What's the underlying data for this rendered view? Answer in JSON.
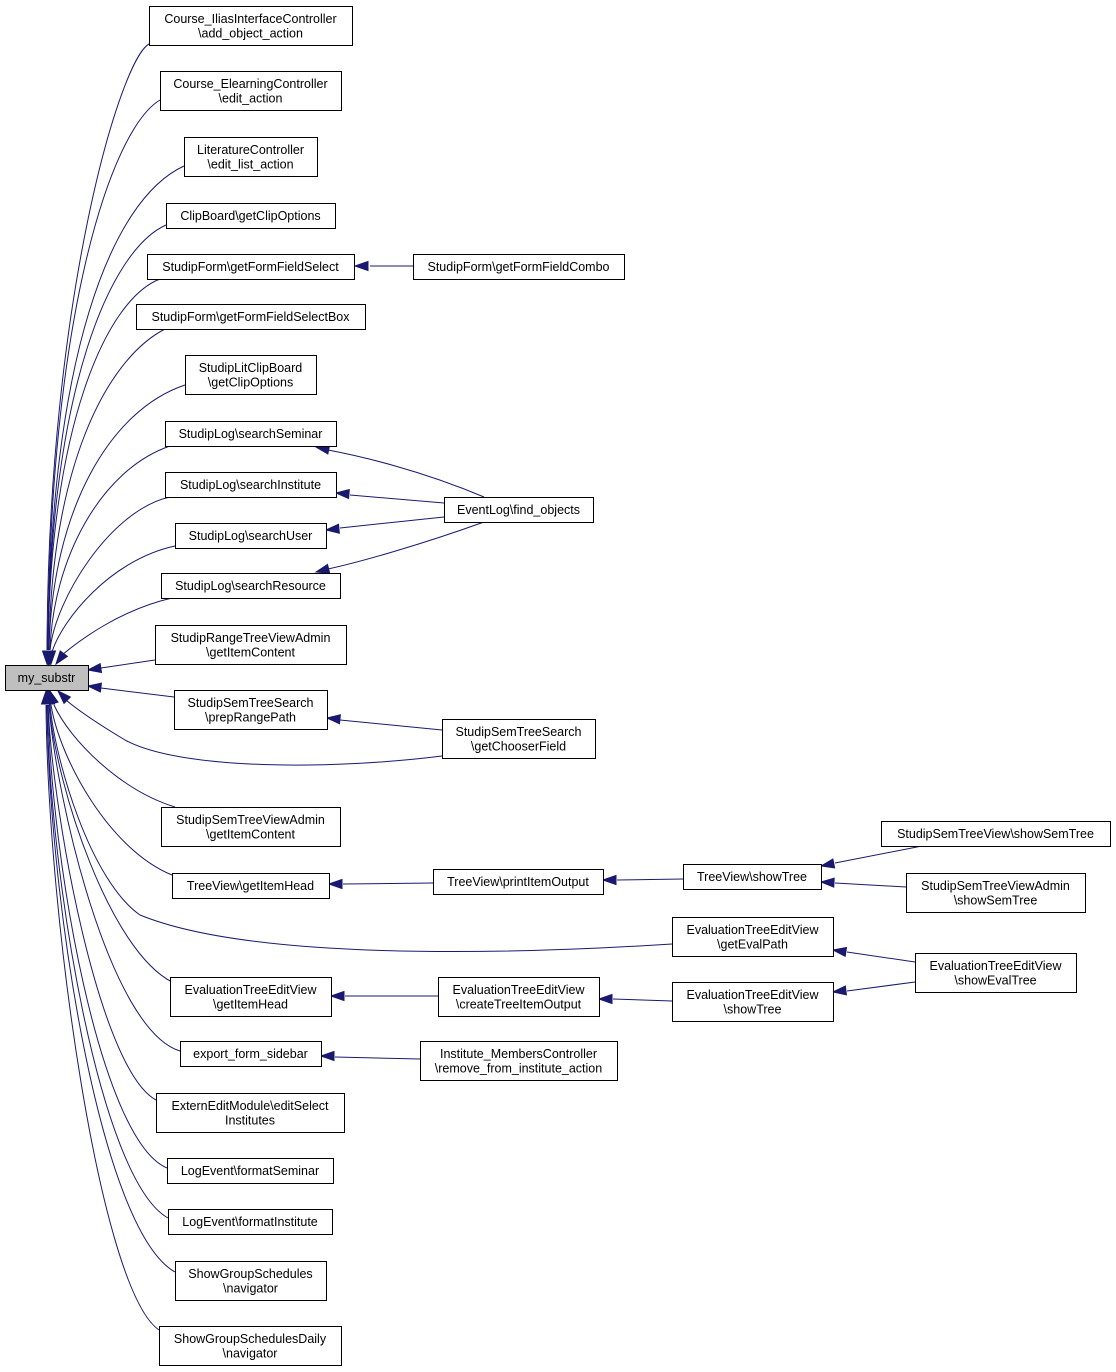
{
  "colors": {
    "edge": "#191970",
    "node_border": "#000000",
    "root_fill": "#bfbfbf",
    "node_fill": "#ffffff"
  },
  "nodes": {
    "my_substr": {
      "lines": [
        "my_substr"
      ]
    },
    "course_ilias": {
      "lines": [
        "Course_IliasInterfaceController",
        "\\add_object_action"
      ]
    },
    "course_elearning": {
      "lines": [
        "Course_ElearningController",
        "\\edit_action"
      ]
    },
    "literature": {
      "lines": [
        "LiteratureController",
        "\\edit_list_action"
      ]
    },
    "clipboard": {
      "lines": [
        "ClipBoard\\getClipOptions"
      ]
    },
    "form_select": {
      "lines": [
        "StudipForm\\getFormFieldSelect"
      ]
    },
    "form_combo": {
      "lines": [
        "StudipForm\\getFormFieldCombo"
      ]
    },
    "form_selectbox": {
      "lines": [
        "StudipForm\\getFormFieldSelectBox"
      ]
    },
    "litclipboard": {
      "lines": [
        "StudipLitClipBoard",
        "\\getClipOptions"
      ]
    },
    "log_seminar": {
      "lines": [
        "StudipLog\\searchSeminar"
      ]
    },
    "log_institute": {
      "lines": [
        "StudipLog\\searchInstitute"
      ]
    },
    "find_objects": {
      "lines": [
        "EventLog\\find_objects"
      ]
    },
    "log_user": {
      "lines": [
        "StudipLog\\searchUser"
      ]
    },
    "log_resource": {
      "lines": [
        "StudipLog\\searchResource"
      ]
    },
    "range_tree": {
      "lines": [
        "StudipRangeTreeViewAdmin",
        "\\getItemContent"
      ]
    },
    "semtree_search_prep": {
      "lines": [
        "StudipSemTreeSearch",
        "\\prepRangePath"
      ]
    },
    "semtree_search_chooser": {
      "lines": [
        "StudipSemTreeSearch",
        "\\getChooserField"
      ]
    },
    "semtree_admin_content": {
      "lines": [
        "StudipSemTreeViewAdmin",
        "\\getItemContent"
      ]
    },
    "semtree_view_show": {
      "lines": [
        "StudipSemTreeView\\showSemTree"
      ]
    },
    "tree_itemhead": {
      "lines": [
        "TreeView\\getItemHead"
      ]
    },
    "tree_printitem": {
      "lines": [
        "TreeView\\printItemOutput"
      ]
    },
    "tree_show": {
      "lines": [
        "TreeView\\showTree"
      ]
    },
    "semtree_admin_show": {
      "lines": [
        "StudipSemTreeViewAdmin",
        "\\showSemTree"
      ]
    },
    "eval_path": {
      "lines": [
        "EvaluationTreeEditView",
        "\\getEvalPath"
      ]
    },
    "eval_showtree_right": {
      "lines": [
        "EvaluationTreeEditView",
        "\\showEvalTree"
      ]
    },
    "eval_itemhead": {
      "lines": [
        "EvaluationTreeEditView",
        "\\getItemHead"
      ]
    },
    "eval_create": {
      "lines": [
        "EvaluationTreeEditView",
        "\\createTreeItemOutput"
      ]
    },
    "eval_showtree": {
      "lines": [
        "EvaluationTreeEditView",
        "\\showTree"
      ]
    },
    "export_sidebar": {
      "lines": [
        "export_form_sidebar"
      ]
    },
    "institute_members": {
      "lines": [
        "Institute_MembersController",
        "\\remove_from_institute_action"
      ]
    },
    "extern_edit": {
      "lines": [
        "ExternEditModule\\editSelect",
        "Institutes"
      ]
    },
    "format_seminar": {
      "lines": [
        "LogEvent\\formatSeminar"
      ]
    },
    "format_institute": {
      "lines": [
        "LogEvent\\formatInstitute"
      ]
    },
    "group_schedules": {
      "lines": [
        "ShowGroupSchedules",
        "\\navigator"
      ]
    },
    "group_schedules_daily": {
      "lines": [
        "ShowGroupSchedulesDaily",
        "\\navigator"
      ]
    }
  },
  "edges": [
    {
      "from": "course_ilias",
      "to": "my_substr"
    },
    {
      "from": "course_elearning",
      "to": "my_substr"
    },
    {
      "from": "literature",
      "to": "my_substr"
    },
    {
      "from": "clipboard",
      "to": "my_substr"
    },
    {
      "from": "form_select",
      "to": "my_substr"
    },
    {
      "from": "form_combo",
      "to": "form_select"
    },
    {
      "from": "form_selectbox",
      "to": "my_substr"
    },
    {
      "from": "litclipboard",
      "to": "my_substr"
    },
    {
      "from": "log_seminar",
      "to": "my_substr"
    },
    {
      "from": "log_institute",
      "to": "my_substr"
    },
    {
      "from": "log_user",
      "to": "my_substr"
    },
    {
      "from": "log_resource",
      "to": "my_substr"
    },
    {
      "from": "find_objects",
      "to": "log_seminar"
    },
    {
      "from": "find_objects",
      "to": "log_institute"
    },
    {
      "from": "find_objects",
      "to": "log_user"
    },
    {
      "from": "find_objects",
      "to": "log_resource"
    },
    {
      "from": "range_tree",
      "to": "my_substr"
    },
    {
      "from": "semtree_search_prep",
      "to": "my_substr"
    },
    {
      "from": "semtree_search_chooser",
      "to": "semtree_search_prep"
    },
    {
      "from": "semtree_search_chooser",
      "to": "my_substr"
    },
    {
      "from": "semtree_admin_content",
      "to": "my_substr"
    },
    {
      "from": "tree_itemhead",
      "to": "my_substr"
    },
    {
      "from": "tree_printitem",
      "to": "tree_itemhead"
    },
    {
      "from": "tree_show",
      "to": "tree_printitem"
    },
    {
      "from": "semtree_view_show",
      "to": "tree_show"
    },
    {
      "from": "semtree_admin_show",
      "to": "tree_show"
    },
    {
      "from": "eval_path",
      "to": "my_substr"
    },
    {
      "from": "eval_showtree_right",
      "to": "eval_path"
    },
    {
      "from": "eval_itemhead",
      "to": "my_substr"
    },
    {
      "from": "eval_create",
      "to": "eval_itemhead"
    },
    {
      "from": "eval_showtree",
      "to": "eval_create"
    },
    {
      "from": "eval_showtree_right",
      "to": "eval_showtree"
    },
    {
      "from": "export_sidebar",
      "to": "my_substr"
    },
    {
      "from": "institute_members",
      "to": "export_sidebar"
    },
    {
      "from": "extern_edit",
      "to": "my_substr"
    },
    {
      "from": "format_seminar",
      "to": "my_substr"
    },
    {
      "from": "format_institute",
      "to": "my_substr"
    },
    {
      "from": "group_schedules",
      "to": "my_substr"
    },
    {
      "from": "group_schedules_daily",
      "to": "my_substr"
    }
  ]
}
